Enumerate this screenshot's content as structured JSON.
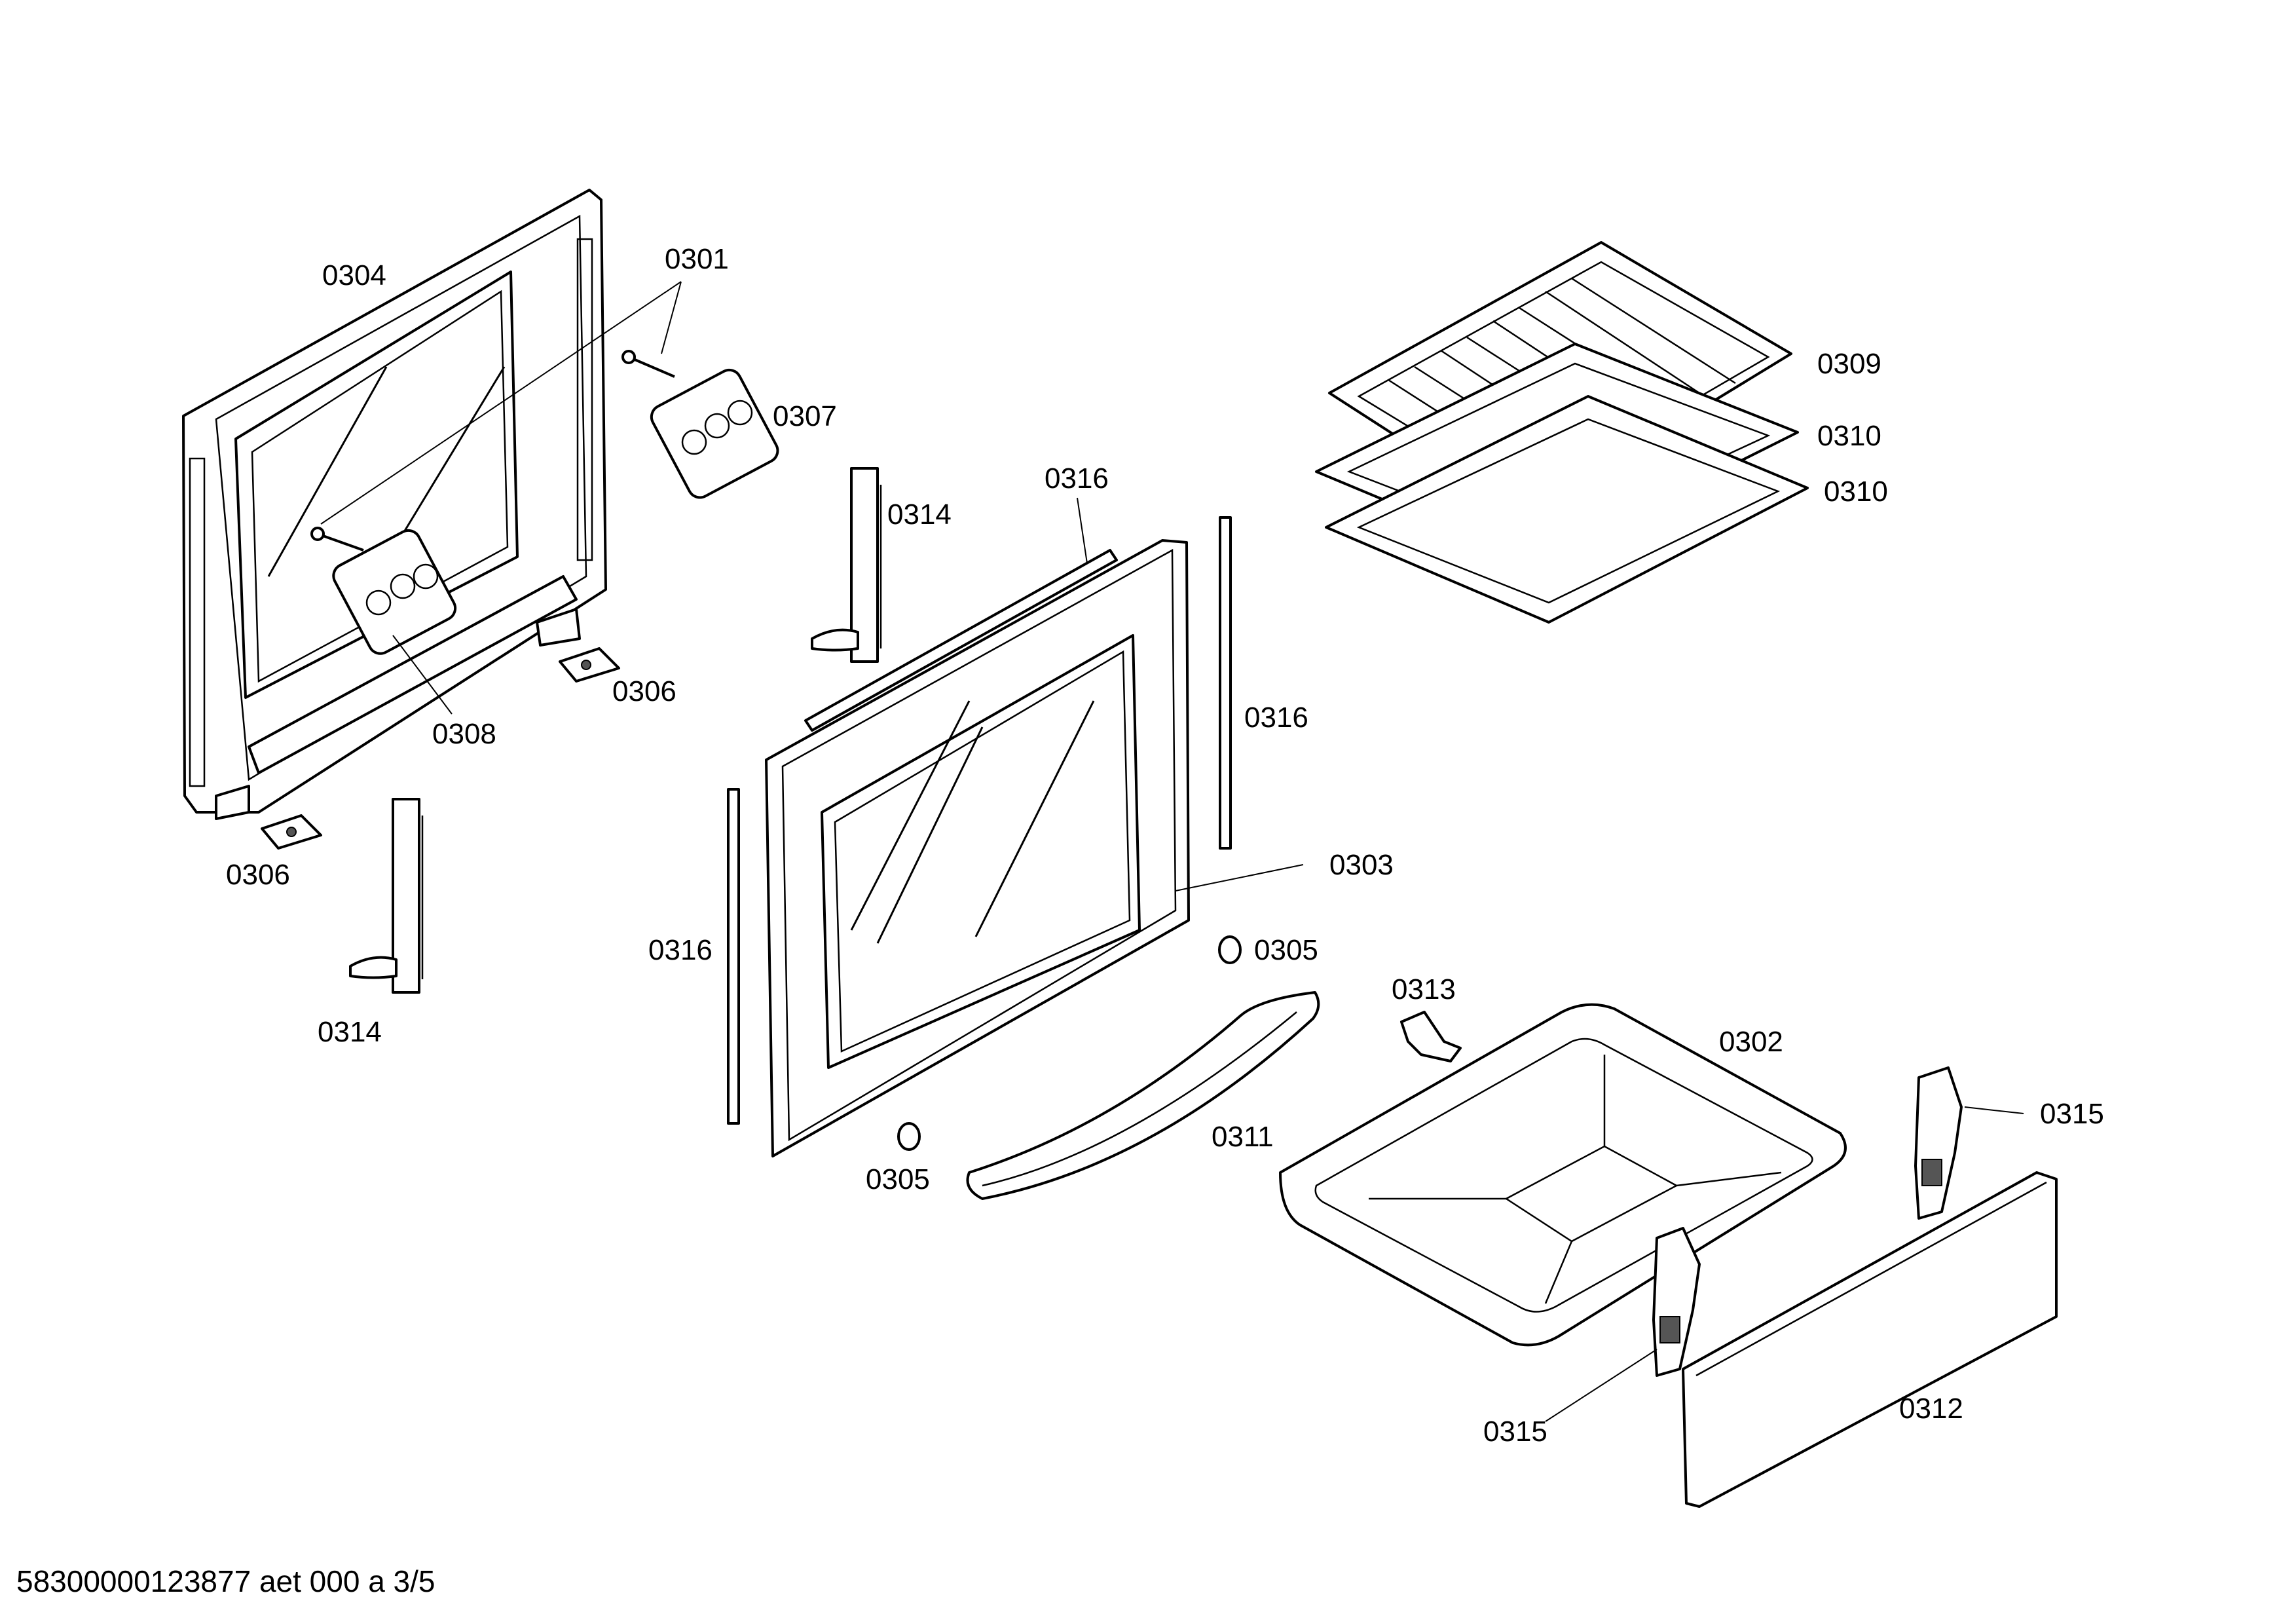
{
  "footer": {
    "text": "58300000123877 aet 000 a 3/5"
  },
  "parts": {
    "p0301": "0301",
    "p0302": "0302",
    "p0303": "0303",
    "p0304": "0304",
    "p0305": "0305",
    "p0306": "0306",
    "p0307": "0307",
    "p0308": "0308",
    "p0309": "0309",
    "p0310": "0310",
    "p0311": "0311",
    "p0312": "0312",
    "p0313": "0313",
    "p0314": "0314",
    "p0315": "0315",
    "p0316": "0316"
  }
}
